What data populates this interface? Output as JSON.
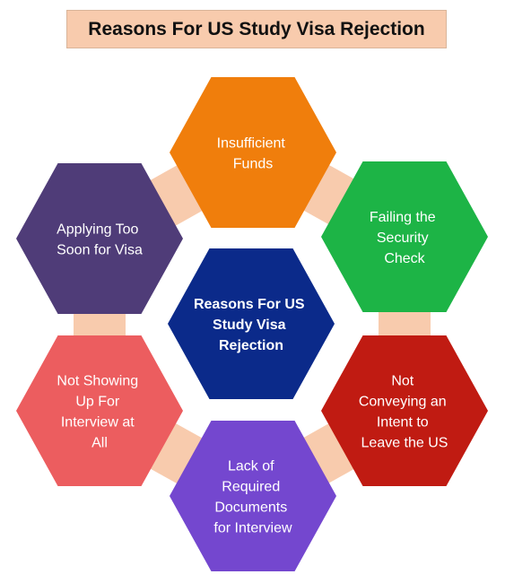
{
  "title": "Reasons For US Study Visa Rejection",
  "center": {
    "lines": [
      "Reasons For US",
      "Study Visa",
      "Rejection"
    ],
    "color": "#0b2a8a"
  },
  "reasons": [
    {
      "lines": [
        "Insufficient",
        "Funds"
      ],
      "color": "#f07e0c"
    },
    {
      "lines": [
        "Failing the",
        "Security",
        "Check"
      ],
      "color": "#1db446"
    },
    {
      "lines": [
        "Not",
        "Conveying an",
        "Intent to",
        "Leave the US"
      ],
      "color": "#c01b12"
    },
    {
      "lines": [
        "Lack of",
        "Required",
        "Documents",
        "for Interview"
      ],
      "color": "#7447cf"
    },
    {
      "lines": [
        "Not Showing",
        "Up For",
        "Interview at",
        "All"
      ],
      "color": "#ec5d5f"
    },
    {
      "lines": [
        "Applying Too",
        "Soon for Visa"
      ],
      "color": "#4f3c78"
    }
  ],
  "connector_color": "#f8cbad"
}
